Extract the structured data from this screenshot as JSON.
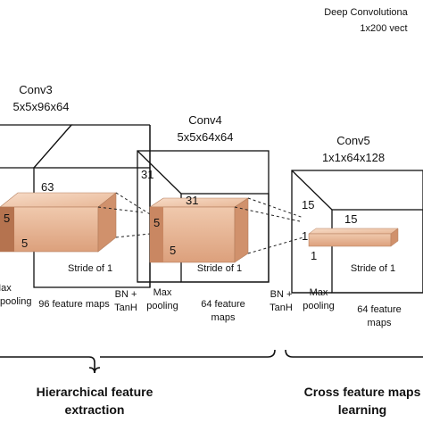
{
  "header": {
    "line1": "Deep Convolutiona",
    "line2": "1x200 vect"
  },
  "conv3": {
    "title": "Conv3",
    "shape": "5x5x96x64",
    "depth": "63",
    "kh": "5",
    "kw": "5",
    "stride": "Stride of 1",
    "pool": "Max pooling",
    "maps": "96 feature maps"
  },
  "conv4": {
    "title": "Conv4",
    "shape": "5x5x64x64",
    "depth": "31",
    "depth_inner": "31",
    "kh": "5",
    "kw": "5",
    "stride": "Stride of 1",
    "bn": "BN + TanH",
    "pool": "Max pooling",
    "maps": "64 feature maps"
  },
  "conv5": {
    "title": "Conv5",
    "shape": "1x1x64x128",
    "depth": "15",
    "depth_inner": "15",
    "kh": "1",
    "kw": "1",
    "stride": "Stride of 1",
    "bn": "BN + TanH",
    "pool": "Max pooling",
    "maps": "64 feature maps"
  },
  "sections": {
    "left": "Hierarchical feature extraction",
    "right": "Cross feature maps learning"
  }
}
